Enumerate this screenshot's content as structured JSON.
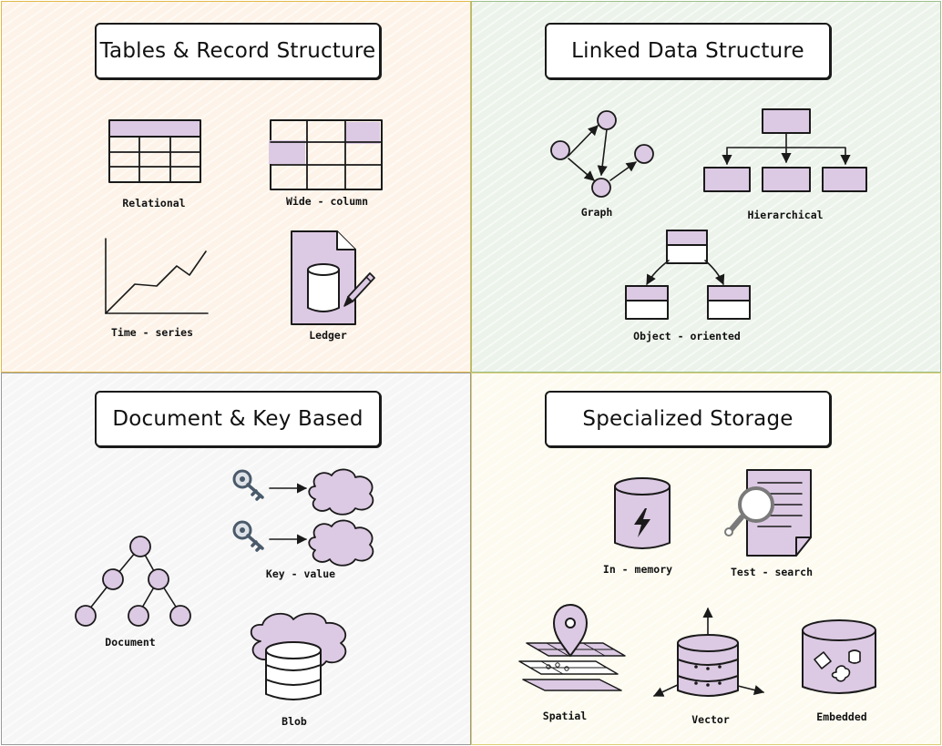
{
  "colors": {
    "fill": "#dcc9e3",
    "ink": "#1a1a1a",
    "tables_bg": "#fdf3e8",
    "linked_bg": "#ecf3ea",
    "document_bg": "#f6f6f6",
    "specialized_bg": "#fdfbef"
  },
  "sections": {
    "tables": {
      "title": "Tables & Record Structure",
      "relational": "Relational",
      "wide_column": "Wide - column",
      "time_series": "Time - series",
      "ledger": "Ledger"
    },
    "linked": {
      "title": "Linked Data Structure",
      "graph": "Graph",
      "hierarchical": "Hierarchical",
      "object_oriented": "Object - oriented"
    },
    "document": {
      "title": "Document & Key Based",
      "key_value": "Key - value",
      "document": "Document",
      "blob": "Blob"
    },
    "specialized": {
      "title": "Specialized Storage",
      "in_memory": "In - memory",
      "text_search": "Test - search",
      "spatial": "Spatial",
      "vector": "Vector",
      "embedded": "Embedded"
    }
  }
}
